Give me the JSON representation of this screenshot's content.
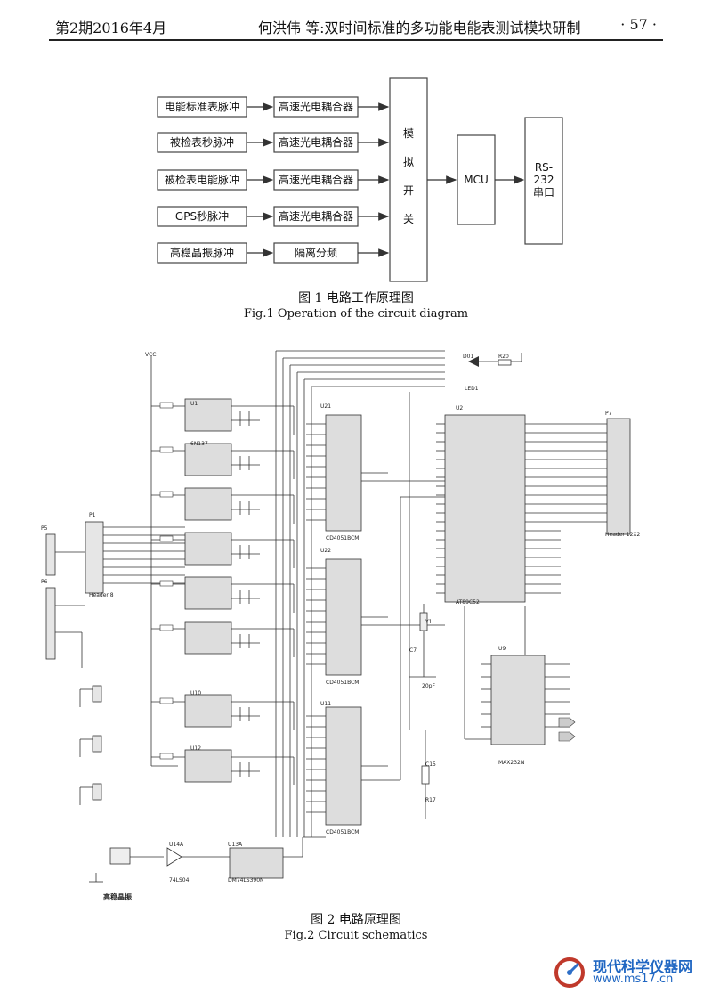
{
  "header": {
    "issue": "第2期2016年4月",
    "title": "何洪伟 等:双时间标准的多功能电能表测试模块研制",
    "page": "· 57 ·"
  },
  "fig1": {
    "inputs": [
      "电能标准表脉冲",
      "被检表秒脉冲",
      "被检表电能脉冲",
      "GPS秒脉冲",
      "高稳晶振脉冲"
    ],
    "couplers": [
      "高速光电耦合器",
      "高速光电耦合器",
      "高速光电耦合器",
      "高速光电耦合器",
      "隔离分频"
    ],
    "switch_label": [
      "模",
      "拟",
      "开",
      "关"
    ],
    "mcu": "MCU",
    "serial": [
      "RS-",
      "232",
      "串口"
    ],
    "caption_cn": "图 1  电路工作原理图",
    "caption_en": "Fig.1  Operation of the circuit diagram"
  },
  "fig2": {
    "labels": {
      "vcc": "VCC",
      "u1": "U1",
      "u2": "U2",
      "u9": "U9",
      "u10": "U10",
      "u12": "U12",
      "u13a": "U13A",
      "u14a": "U14A",
      "u21": "U21",
      "u22": "U22",
      "u11": "U11",
      "cd4051_1": "CD4051BCM",
      "cd4051_2": "CD4051BCM",
      "cd4051_3": "CD4051BCM",
      "mcu_part": "AT89C52",
      "max232": "MAX232N",
      "p1": "P1",
      "p5": "P5",
      "p6": "P6",
      "p7": "P7",
      "header8": "Header 8",
      "header12x2": "Header 12X2",
      "osc": "高稳晶振",
      "ls04": "74LS04",
      "ls390": "DM74LS390N",
      "led": "LED1",
      "d01": "D01",
      "r20": "R20",
      "y1": "Y1",
      "c7": "C7",
      "cap20pf": "20pF",
      "r17": "R17",
      "c15": "C15",
      "hex6n137": "6N137"
    },
    "caption_cn": "图 2  电路原理图",
    "caption_en": "Fig.2  Circuit schematics"
  },
  "watermark": {
    "title": "现代科学仪器网",
    "url": "www.ms17.cn"
  }
}
